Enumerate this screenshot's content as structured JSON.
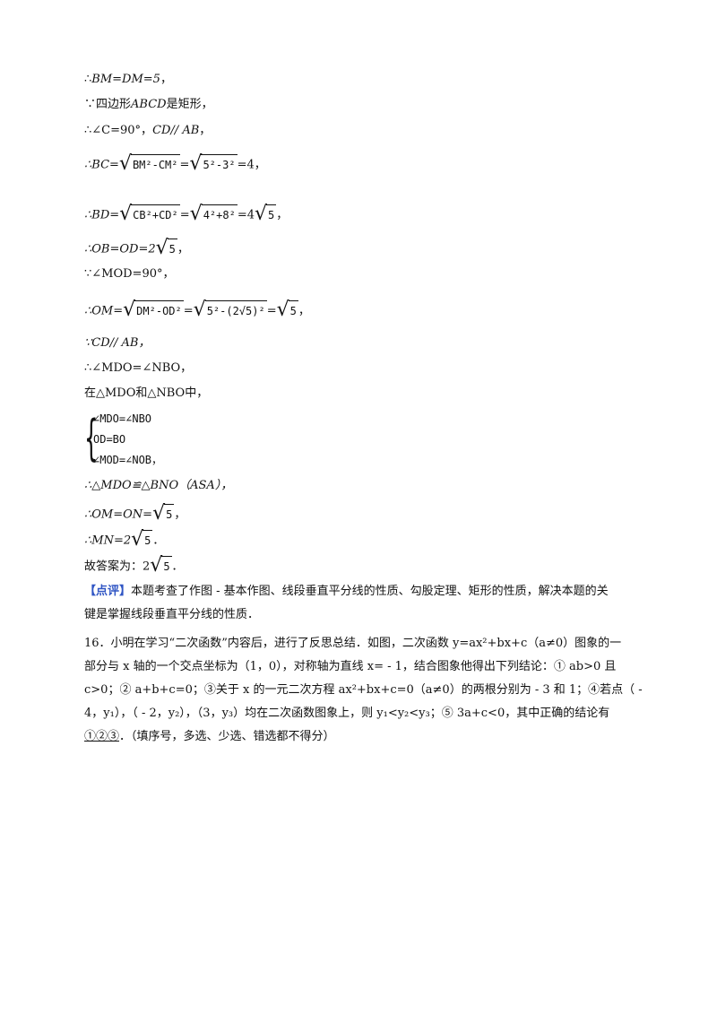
{
  "solution": {
    "l1_therefore": "∴",
    "l1_expr": "BM=DM=5",
    "l1_end": "，",
    "l2_because": "∵",
    "l2_text_a": "四边形",
    "l2_expr": "ABCD",
    "l2_text_b": "是矩形，",
    "l3_therefore": "∴",
    "l3_angle": "∠C=90°，",
    "l3_expr": "CD// AB",
    "l3_end": "，",
    "l4_lhs": "∴BC=",
    "l4_rad1": "BM²-CM²",
    "l4_eq": "=",
    "l4_rad2": "5²-3²",
    "l4_res": "=4，",
    "l5_lhs": "∴BD=",
    "l5_rad1": "CB²+CD²",
    "l5_eq": "=",
    "l5_rad2": "4²+8²",
    "l5_res_a": "=4",
    "l5_rad3": "5",
    "l5_end": "，",
    "l6_lhs": "∴OB=OD=2",
    "l6_rad": "5",
    "l6_end": "，",
    "l7_text": "∵∠MOD=90°，",
    "l8_lhs": "∴OM=",
    "l8_rad1": "DM²-OD²",
    "l8_eq": "=",
    "l8_rad2": "5²-(2√5)²",
    "l8_eq2": "=",
    "l8_rad3": "5",
    "l8_end": "，",
    "l9_text": "∵CD// AB，",
    "l10_text": "∴∠MDO=∠NBO，",
    "l11_text": "在△MDO和△NBO中，",
    "sys1": "∠MDO=∠NBO",
    "sys2": "OD=BO",
    "sys3": "∠MOD=∠NOB，",
    "l12_text": "∴△MDO≌△BNO（ASA），",
    "l13_lhs": "∴OM=ON=",
    "l13_rad": "5",
    "l13_end": "，",
    "l14_lhs": "∴MN=2",
    "l14_rad": "5",
    "l14_end": "．",
    "l15_lhs": "故答案为：2",
    "l15_rad": "5",
    "l15_end": "．"
  },
  "comment": {
    "tag": "【点评】",
    "line1": "本题考查了作图 - 基本作图、线段垂直平分线的性质、勾股定理、矩形的性质，解决本题的关",
    "line2": "键是掌握线段垂直平分线的性质．"
  },
  "question16": {
    "number": "16．",
    "line1": "小明在学习“二次函数”内容后，进行了反思总结．如图，二次函数 y=ax²+bx+c（a≠0）图象的一",
    "line2": "部分与 x 轴的一个交点坐标为（1，0），对称轴为直线 x= - 1，结合图象他得出下列结论：① ab>0 且",
    "line3": "c>0；② a+b+c=0；③关于 x 的一元二次方程 ax²+bx+c=0（a≠0）的两根分别为 - 3 和 1；④若点（ -",
    "line4": "4，y₁），（ - 2，y₂），（3，y₃）均在二次函数图象上，则 y₁<y₂<y₃；⑤ 3a+c<0，其中正确的结论有",
    "answer": "①②③",
    "line5_rest": "．（填序号，多选、少选、错选都不得分）"
  }
}
